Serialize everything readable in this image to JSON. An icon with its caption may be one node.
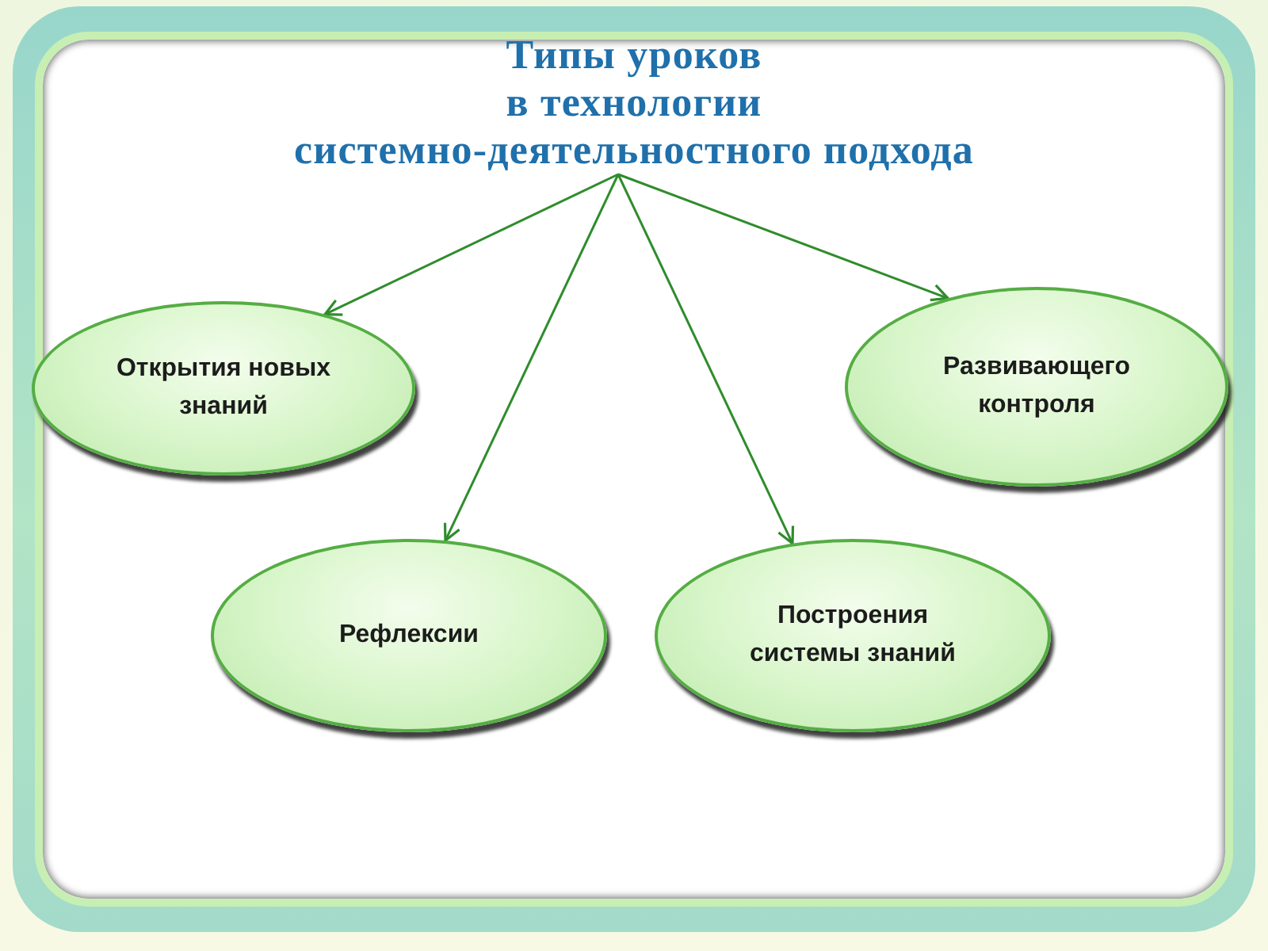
{
  "diagram": {
    "nodes": [
      {
        "text": [
          "Типы уроков в технологии системно-деятельностного подхода"
        ]
      },
      {
        "text": [
          "Открытия новых знаний"
        ]
      },
      {
        "text": [
          "Развивающего контроля"
        ]
      },
      {
        "text": [
          "Рефлексии"
        ]
      },
      {
        "text": [
          "Построения системы знаний"
        ]
      }
    ],
    "edges": [
      {
        "from": 0,
        "to": 1,
        "arrow": "to"
      },
      {
        "from": 0,
        "to": 2,
        "arrow": "to"
      },
      {
        "from": 0,
        "to": 3,
        "arrow": "to"
      },
      {
        "from": 0,
        "to": 4,
        "arrow": "to"
      }
    ]
  }
}
